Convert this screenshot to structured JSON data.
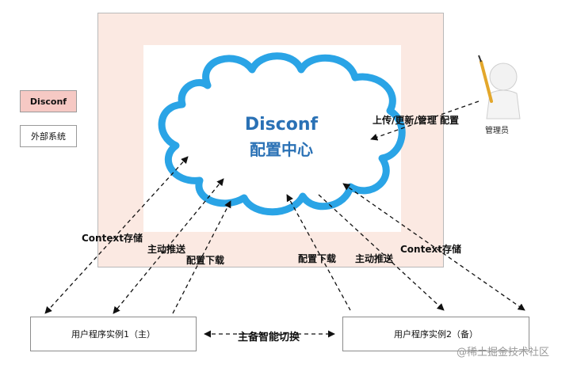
{
  "legend": {
    "disconf": "Disconf",
    "external": "外部系统"
  },
  "cloud": {
    "title_en": "Disconf",
    "title_zh": "配置中心"
  },
  "admin": {
    "label": "管理员",
    "action": "上传/更新/管理 配置"
  },
  "arrows": {
    "context_store_left": "Context存储",
    "push_left": "主动推送",
    "download_left": "配置下载",
    "download_right": "配置下载",
    "push_right": "主动推送",
    "context_store_right": "Context存储",
    "failover": "主备智能切换"
  },
  "clients": {
    "primary": "用户程序实例1（主）",
    "backup": "用户程序实例2（备）"
  },
  "watermark": "@稀土掘金技术社区",
  "colors": {
    "cloud_stroke": "#2aa4e6",
    "cloud_text": "#2a71b5",
    "outer_fill": "#fbe9e2",
    "legend_disconf_fill": "#f6c9c4"
  }
}
